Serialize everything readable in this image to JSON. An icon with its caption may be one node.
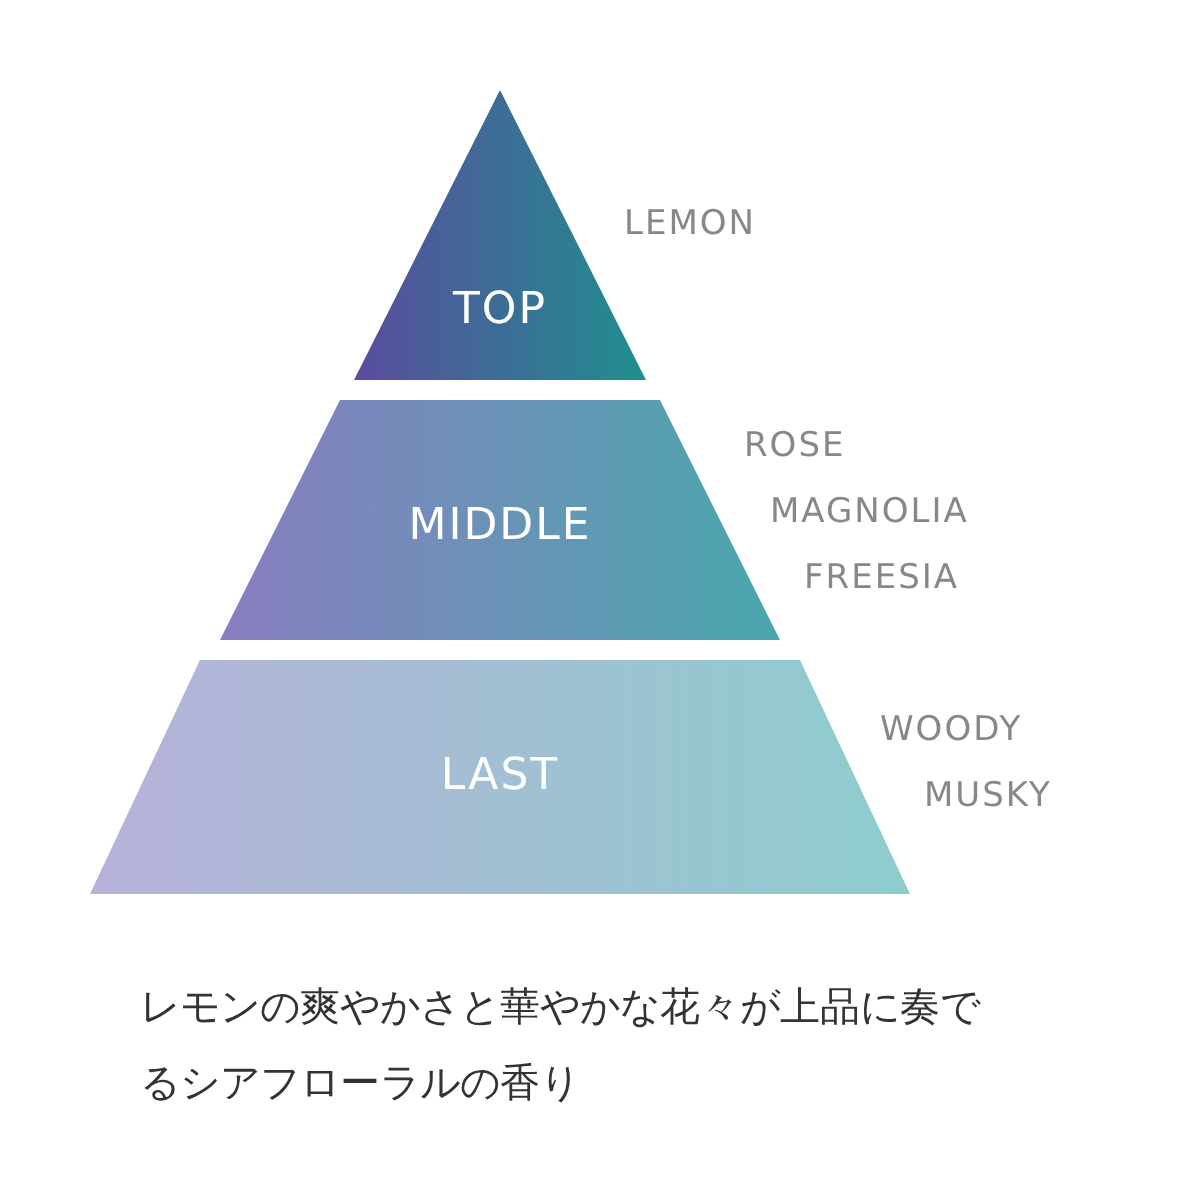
{
  "diagram": {
    "caption": "レモンの爽やかさと華やかな花々が上品に奏でるシアフローラルの香り",
    "nodes": [
      {
        "text": [
          "TOP"
        ],
        "beside": [
          "LEMON"
        ]
      },
      {
        "text": [
          "MIDDLE"
        ],
        "beside": [
          "ROSE",
          "MAGNOLIA",
          "FREESIA"
        ]
      },
      {
        "text": [
          "LAST"
        ],
        "beside": [
          "WOODY",
          "MUSKY"
        ]
      }
    ]
  }
}
